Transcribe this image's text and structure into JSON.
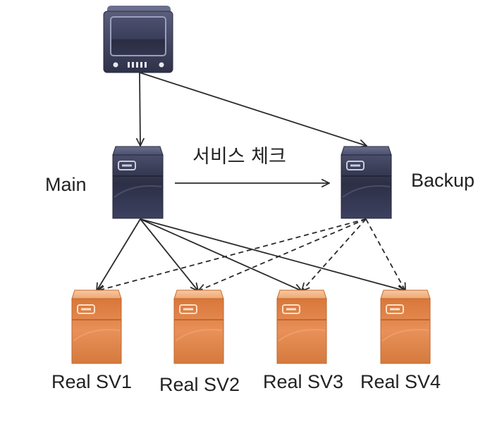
{
  "diagram": {
    "nodes": {
      "client": {
        "label": "",
        "icon": "monitor-icon"
      },
      "main": {
        "label": "Main",
        "icon": "server-dark-icon"
      },
      "backup": {
        "label": "Backup",
        "icon": "server-dark-icon"
      },
      "real": [
        {
          "label": "Real SV1",
          "icon": "server-orange-icon"
        },
        {
          "label": "Real SV2",
          "icon": "server-orange-icon"
        },
        {
          "label": "Real SV3",
          "icon": "server-orange-icon"
        },
        {
          "label": "Real SV4",
          "icon": "server-orange-icon"
        }
      ]
    },
    "edges": [
      {
        "from": "client",
        "to": "main",
        "style": "solid"
      },
      {
        "from": "client",
        "to": "backup",
        "style": "solid"
      },
      {
        "from": "main",
        "to": "backup",
        "style": "solid",
        "label": "서비스 체크"
      },
      {
        "from": "main",
        "to": "Real SV1",
        "style": "solid"
      },
      {
        "from": "main",
        "to": "Real SV2",
        "style": "solid"
      },
      {
        "from": "main",
        "to": "Real SV3",
        "style": "solid"
      },
      {
        "from": "main",
        "to": "Real SV4",
        "style": "solid"
      },
      {
        "from": "backup",
        "to": "Real SV1",
        "style": "dashed"
      },
      {
        "from": "backup",
        "to": "Real SV2",
        "style": "dashed"
      },
      {
        "from": "backup",
        "to": "Real SV3",
        "style": "dashed"
      },
      {
        "from": "backup",
        "to": "Real SV4",
        "style": "dashed"
      }
    ],
    "colors": {
      "dark_server": "#3a3d55",
      "orange_server": "#e58a4a",
      "edge": "#2a2a2a"
    }
  }
}
